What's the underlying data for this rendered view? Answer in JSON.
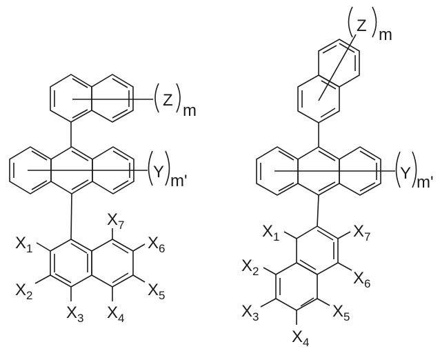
{
  "figure": {
    "description": "Two chemical structures: 9-(naphthyl)-10-(naphthyl)anthracene derivatives with substituents",
    "structures": [
      {
        "id": "left",
        "top_group": {
          "name": "1-naphthyl",
          "substituent": "Z",
          "subscript": "m"
        },
        "core": {
          "name": "anthracene",
          "substituent": "Y",
          "subscript": "m'"
        },
        "bottom_group": {
          "name": "1-naphthyl",
          "labels": [
            {
              "main": "X",
              "sub": "1"
            },
            {
              "main": "X",
              "sub": "2"
            },
            {
              "main": "X",
              "sub": "3"
            },
            {
              "main": "X",
              "sub": "4"
            },
            {
              "main": "X",
              "sub": "5"
            },
            {
              "main": "X",
              "sub": "6"
            },
            {
              "main": "X",
              "sub": "7"
            }
          ]
        }
      },
      {
        "id": "right",
        "top_group": {
          "name": "2-naphthyl",
          "substituent": "Z",
          "subscript": "m"
        },
        "core": {
          "name": "anthracene",
          "substituent": "Y",
          "subscript": "m'"
        },
        "bottom_group": {
          "name": "2-naphthyl",
          "labels": [
            {
              "main": "X",
              "sub": "1"
            },
            {
              "main": "X",
              "sub": "2"
            },
            {
              "main": "X",
              "sub": "3"
            },
            {
              "main": "X",
              "sub": "4"
            },
            {
              "main": "X",
              "sub": "5"
            },
            {
              "main": "X",
              "sub": "6"
            },
            {
              "main": "X",
              "sub": "7"
            }
          ]
        }
      }
    ]
  },
  "colors": {
    "ink": "#1a1a1a",
    "background": "#ffffff"
  }
}
